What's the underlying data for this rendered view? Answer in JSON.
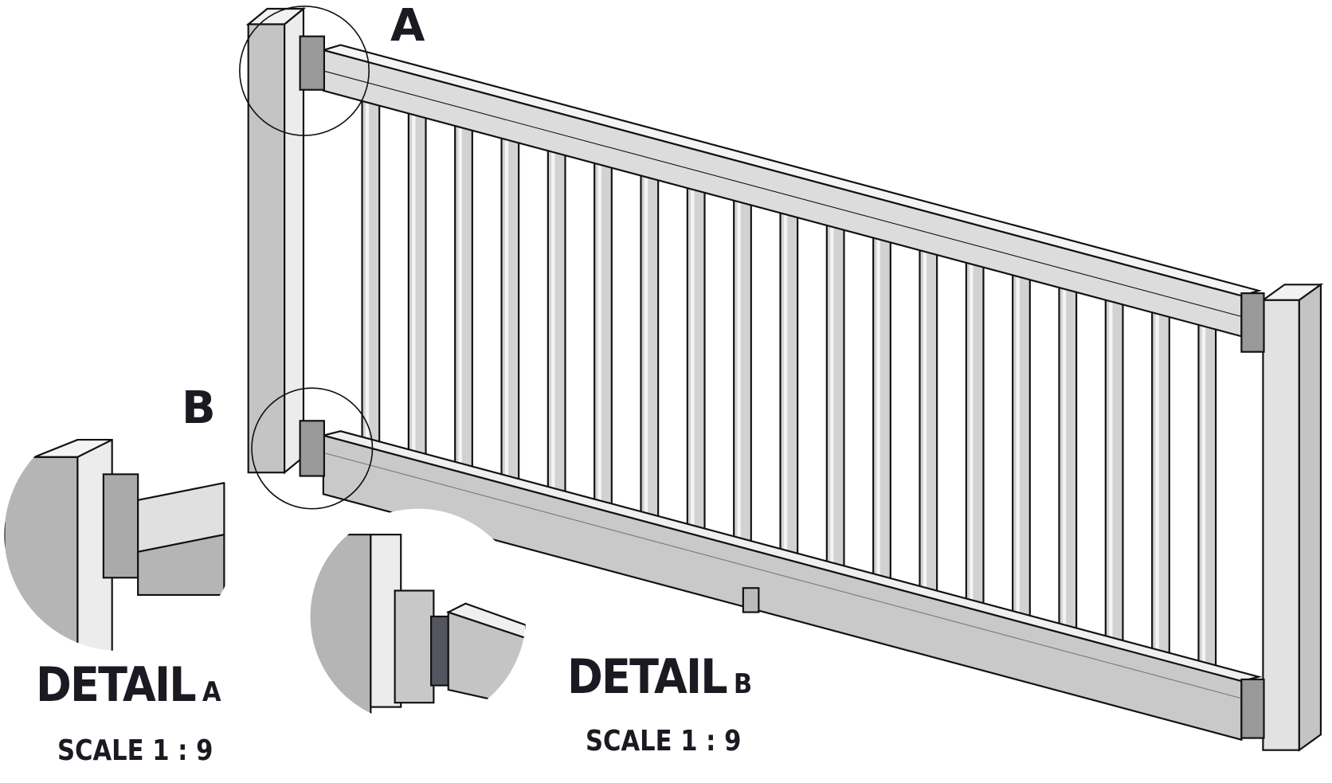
{
  "callouts": {
    "a": "A",
    "b": "B"
  },
  "details": [
    {
      "title": "DETAIL",
      "letter": "A",
      "scale": "SCALE 1 : 9"
    },
    {
      "title": "DETAIL",
      "letter": "B",
      "scale": "SCALE 1 : 9"
    }
  ],
  "colors": {
    "stroke": "#111111",
    "face": "#e6e6e6",
    "side": "#b5b5b5",
    "dark": "#555560"
  }
}
